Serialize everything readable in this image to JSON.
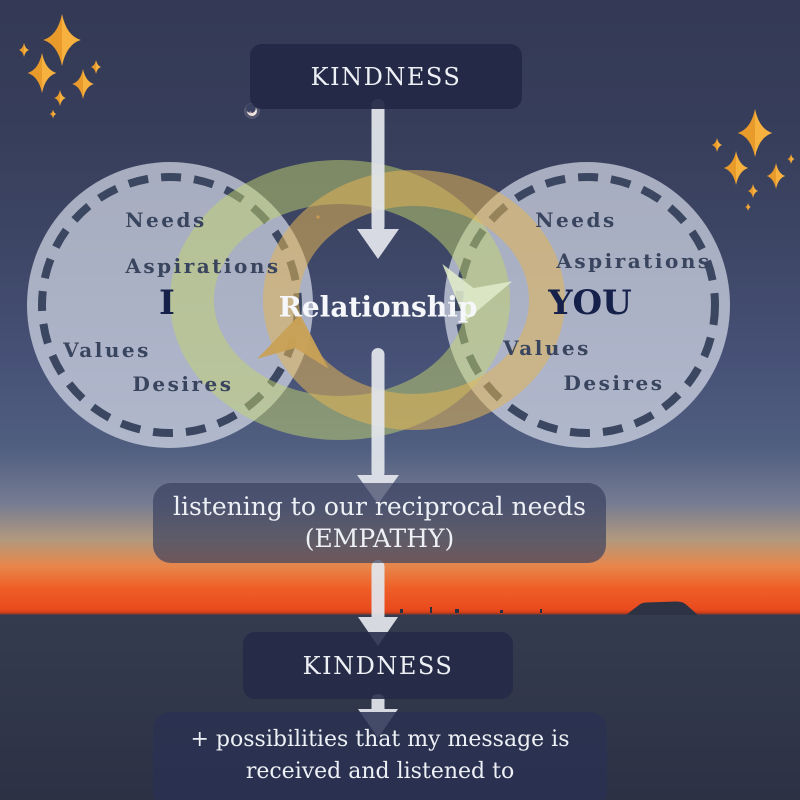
{
  "top_box": {
    "label": "KINDNESS"
  },
  "center": {
    "label": "Relationship"
  },
  "left_circle": {
    "title": "I",
    "needs": "Needs",
    "aspirations": "Aspirations",
    "values": "Values",
    "desires": "Desires"
  },
  "right_circle": {
    "title": "YOU",
    "needs": "Needs",
    "aspirations": "Aspirations",
    "values": "Values",
    "desires": "Desires"
  },
  "empathy_box": {
    "line1": "listening to our reciprocal needs",
    "line2": "(EMPATHY)"
  },
  "kindness_box": {
    "label": "KINDNESS"
  },
  "result_box": {
    "line1": "+ possibilities that my message is",
    "line2": "received and listened to"
  },
  "icons": {
    "sparkles_left": "sparkle-stars",
    "sparkles_right": "sparkle-stars",
    "moon": "crescent-moon",
    "green_cycle": "cycle-arrow-green",
    "tan_cycle": "cycle-arrow-tan",
    "flow_arrows": "down-arrow"
  },
  "colors": {
    "sky_top": "#343A55",
    "horizon_orange": "#EE5A22",
    "ground": "#31374A",
    "box_navy": "#222846",
    "arrow_white": "#E3E6EC",
    "gold_dark": "#E89A2B",
    "gold_light": "#F7B13F",
    "green_ring": "rgba(196,212,110,0.5)",
    "tan_ring": "rgba(226,180,85,0.55)",
    "dash_circle": "#3B4760",
    "circle_fill": "rgba(226,231,243,0.66)",
    "text_navy": "#39455E",
    "title_navy": "#15214A"
  }
}
